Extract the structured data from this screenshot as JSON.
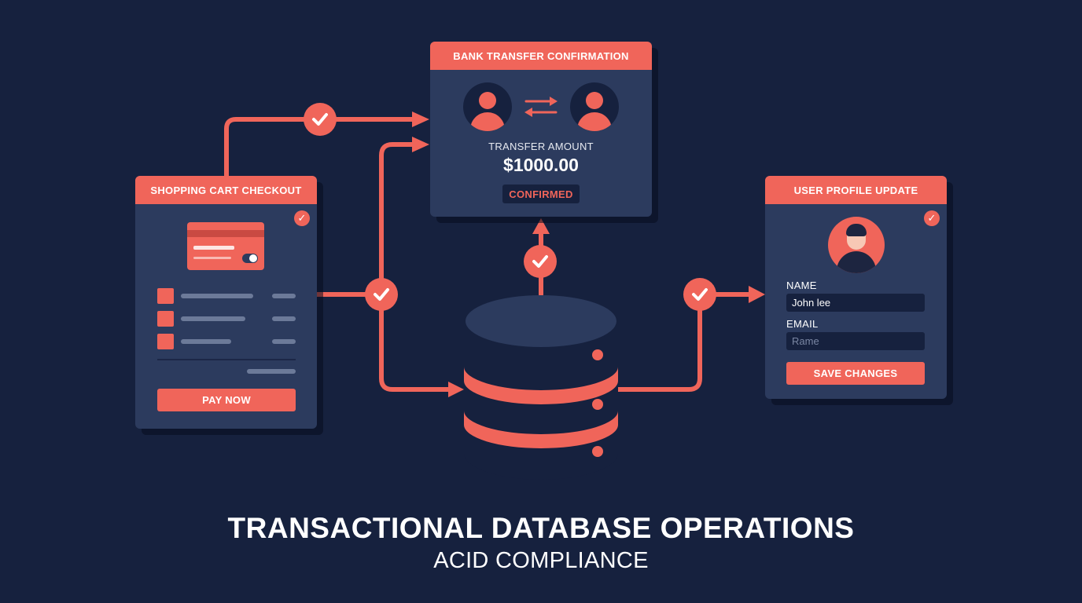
{
  "colors": {
    "background": "#16213e",
    "card": "#2c3b5e",
    "accent": "#f0655a",
    "input": "#16213e"
  },
  "cart_card": {
    "title": "SHOPPING CART CHECKOUT",
    "pay_button": "PAY NOW",
    "icons": [
      "check-icon",
      "credit-card-icon"
    ]
  },
  "bank_card": {
    "title": "BANK TRANSFER CONFIRMATION",
    "amount_label": "TRANSFER AMOUNT",
    "amount": "$1000.00",
    "status": "CONFIRMED",
    "icons": [
      "user-icon",
      "swap-arrows-icon",
      "user-icon"
    ]
  },
  "profile_card": {
    "title": "USER PROFILE UPDATE",
    "name_label": "NAME",
    "name_value": "John lee",
    "email_label": "EMAIL",
    "email_placeholder": "Rame",
    "save_button": "SAVE CHANGES",
    "icons": [
      "check-icon",
      "user-avatar-icon"
    ]
  },
  "flow": {
    "connectors": [
      "cart-to-bank",
      "cart-to-database",
      "database-to-bank",
      "database-to-profile"
    ],
    "icons": [
      "check-icon",
      "database-icon"
    ]
  },
  "title": "TRANSACTIONAL DATABASE OPERATIONS",
  "subtitle": "ACID COMPLIANCE"
}
